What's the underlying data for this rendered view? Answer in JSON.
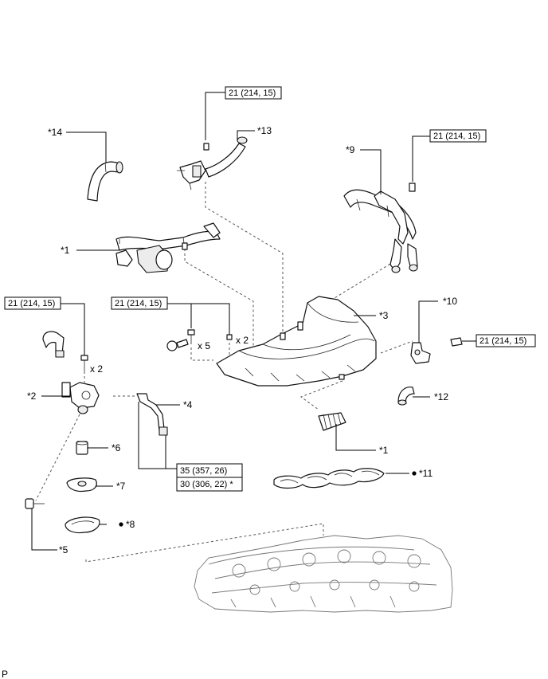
{
  "callouts": {
    "c1a": "*1",
    "c1b": "*1",
    "c2": "*2",
    "c3": "*3",
    "c4": "*4",
    "c5": "*5",
    "c6": "*6",
    "c7": "*7",
    "c8": "*8",
    "c9": "*9",
    "c10": "*10",
    "c11": "*11",
    "c12": "*12",
    "c13": "*13",
    "c14": "*14"
  },
  "torque": {
    "t_top": "21 (214, 15)",
    "t_right_upper": "21 (214, 15)",
    "t_left": "21 (214, 15)",
    "t_center": "21 (214, 15)",
    "t_right": "21 (214, 15)",
    "t_pipe_a": "35 (357, 26)",
    "t_pipe_b": "30 (306, 22) *"
  },
  "quantities": {
    "x5": "x 5",
    "x2_center": "x 2",
    "x2_left": "x 2"
  },
  "corner_mark": "P"
}
